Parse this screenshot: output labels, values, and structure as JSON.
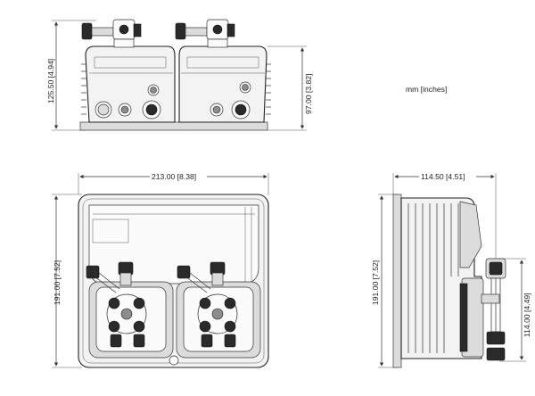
{
  "units_note": "mm [inches]",
  "dimensions": {
    "top_height_total": "125.50 [4.94]",
    "top_height_body": "97.00 [3.82]",
    "front_width": "213.00 [8.38]",
    "front_height": "191.00 [7.52]",
    "side_width": "114.50 [4.51]",
    "side_height": "191.00 [7.52]",
    "side_lower_height": "114.00 [4.49]"
  },
  "colors": {
    "line": "#333333",
    "body_fill": "#f3f3f3",
    "dark_part": "#2a2a2a"
  }
}
